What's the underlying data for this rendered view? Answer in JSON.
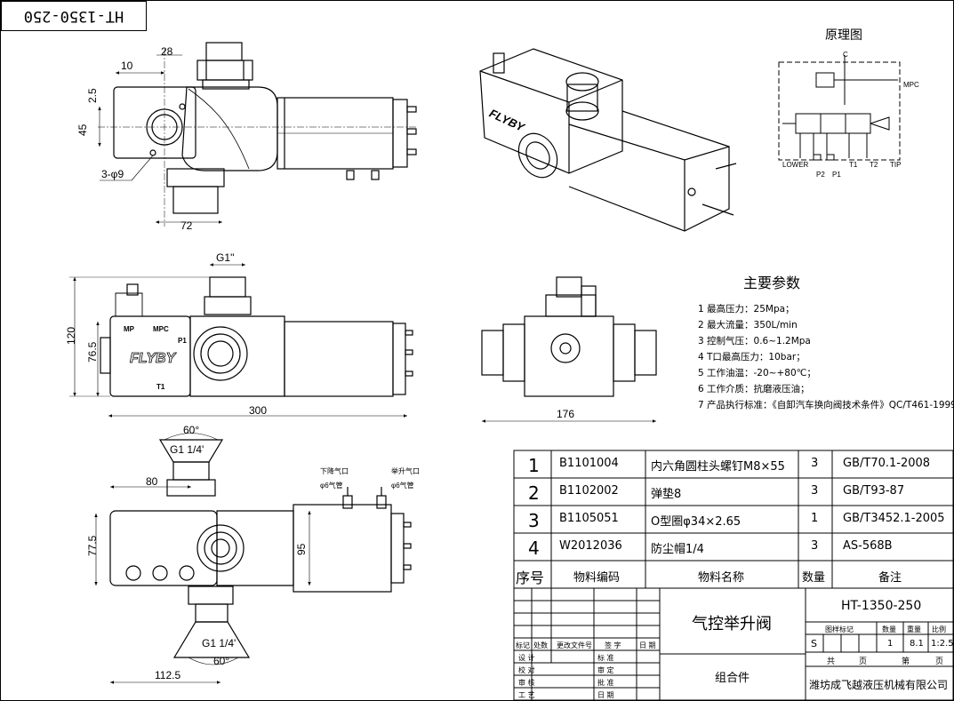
{
  "drawing_code": "HT-1350-250",
  "schematic": {
    "title": "原理图",
    "ports": {
      "c": "C",
      "mpc": "MPC",
      "lower": "LOWER",
      "t1": "T1",
      "t2": "T2",
      "tip": "TIP",
      "p2": "P2",
      "p1": "P1"
    }
  },
  "views": {
    "front": {
      "dims": {
        "d28": "28",
        "d10": "10",
        "d2_5": "2.5",
        "d45": "45",
        "d3phi9": "3-φ9",
        "d72": "72"
      }
    },
    "side": {
      "dims": {
        "g1": "G1''",
        "d120": "120",
        "d76_5": "76.5",
        "d300": "300"
      },
      "labels": {
        "mp": "MP",
        "mpc": "MPC",
        "p1": "P1",
        "t1": "T1",
        "brand": "FLYBY"
      }
    },
    "end": {
      "dims": {
        "d176": "176"
      }
    },
    "top": {
      "dims": {
        "a60_top": "60°",
        "g1_4_top": "G1 1/4'",
        "d80": "80",
        "d77_5": "77.5",
        "d95": "95",
        "g1_4_bottom": "G1 1/4'",
        "a60_bottom": "60°",
        "d112_5": "112.5"
      },
      "air_ports": {
        "lower_label": "下降气口",
        "lower_pipe": "φ6气管",
        "raise_label": "举升气口",
        "raise_pipe": "φ6气管"
      }
    }
  },
  "parameters": {
    "title": "主要参数",
    "items": [
      "1 最高压力：25Mpa；",
      "2 最大流量：350L/min",
      "3 控制气压：0.6~1.2Mpa",
      "4 T口最高压力：10bar；",
      "5 工作油温：-20~+80℃；",
      "6 工作介质：抗磨液压油；",
      "7 产品执行标准：《自卸汽车换向阀技术条件》QC/T461-1999。"
    ]
  },
  "bom": {
    "rows": [
      {
        "no": "1",
        "code": "B1101004",
        "name": "内六角圆柱头螺钉M8×55",
        "qty": "3",
        "note": "GB/T70.1-2008"
      },
      {
        "no": "2",
        "code": "B1102002",
        "name": "弹垫8",
        "qty": "3",
        "note": "GB/T93-87"
      },
      {
        "no": "3",
        "code": "B1105051",
        "name": "O型圈φ34×2.65",
        "qty": "1",
        "note": "GB/T3452.1-2005"
      },
      {
        "no": "4",
        "code": "W2012036",
        "name": "防尘帽1/4",
        "qty": "3",
        "note": "AS-568B"
      }
    ],
    "header": {
      "no": "序号",
      "code": "物料编码",
      "name": "物料名称",
      "qty": "数量",
      "note": "备注"
    }
  },
  "title_block": {
    "product_name": "气控举升阀",
    "drawing_no": "HT-1350-250",
    "sub_name": "组合件",
    "company": "潍坊成飞越液压机械有限公司",
    "revision_headers": [
      "标记",
      "处数",
      "更改文件号",
      "签 字",
      "日 期"
    ],
    "roles_left": [
      "设 计",
      "校 对",
      "审 核",
      "工 艺"
    ],
    "roles_right": [
      "标 准",
      "审 定",
      "批 准",
      "日 期"
    ],
    "stage_label": "图样标记",
    "qty_label": "数量",
    "weight_label": "重量",
    "scale_label": "比例",
    "stage_value": "S",
    "qty_value": "1",
    "weight_value": "8.1",
    "scale_value": "1:2.5",
    "total_label": "共",
    "page_label": "页",
    "sheet_label": "第",
    "sheet_page_label": "页"
  }
}
